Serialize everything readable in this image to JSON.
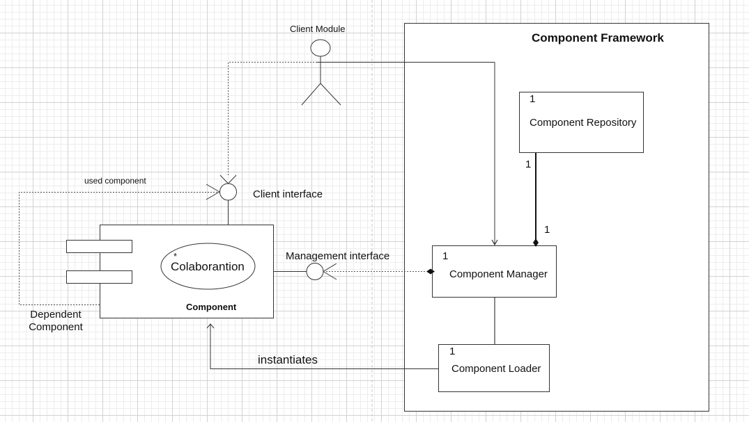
{
  "framework": {
    "title": "Component Framework"
  },
  "actor": {
    "label": "Client Module"
  },
  "component": {
    "title": "Component",
    "collaboration": "Colaborantion",
    "collaboration_multiplicity": "*"
  },
  "interfaces": {
    "client": "Client interface",
    "management": "Management interface"
  },
  "labels": {
    "used_component": "used component",
    "dependent_line1": "Dependent",
    "dependent_line2": "Component",
    "instantiates": "instantiates"
  },
  "classes": {
    "repository": {
      "name": "Component Repository",
      "multiplicity": "1"
    },
    "manager": {
      "name": "Component Manager",
      "multiplicity": "1"
    },
    "loader": {
      "name": "Component Loader",
      "multiplicity": "1"
    }
  },
  "associations": {
    "repo_manager_top": "1",
    "repo_manager_bottom": "1"
  }
}
